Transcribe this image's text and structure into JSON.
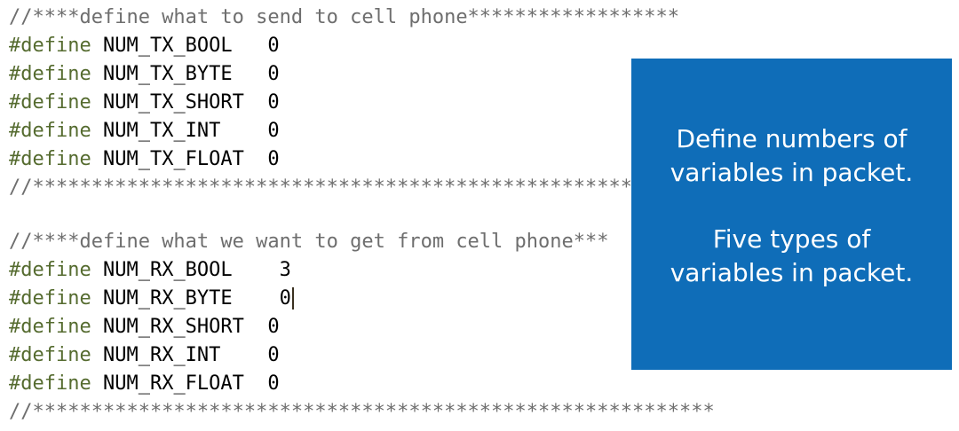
{
  "code": {
    "tx_header_comment": "//****define what to send to cell phone******************",
    "tx_lines": [
      {
        "keyword": "#define",
        "name": "NUM_TX_BOOL",
        "pad": "   ",
        "value": "0"
      },
      {
        "keyword": "#define",
        "name": "NUM_TX_BYTE",
        "pad": "   ",
        "value": "0"
      },
      {
        "keyword": "#define",
        "name": "NUM_TX_SHORT",
        "pad": "  ",
        "value": "0"
      },
      {
        "keyword": "#define",
        "name": "NUM_TX_INT",
        "pad": "    ",
        "value": "0"
      },
      {
        "keyword": "#define",
        "name": "NUM_TX_FLOAT",
        "pad": "  ",
        "value": "0"
      }
    ],
    "tx_footer_comment": "//******************************************************",
    "rx_header_comment": "//****define what we want to get from cell phone***",
    "rx_lines": [
      {
        "keyword": "#define",
        "name": "NUM_RX_BOOL",
        "pad": "    ",
        "value": "3"
      },
      {
        "keyword": "#define",
        "name": "NUM_RX_BYTE",
        "pad": "    ",
        "value": "0"
      },
      {
        "keyword": "#define",
        "name": "NUM_RX_SHORT",
        "pad": "  ",
        "value": "0"
      },
      {
        "keyword": "#define",
        "name": "NUM_RX_INT",
        "pad": "    ",
        "value": "0"
      },
      {
        "keyword": "#define",
        "name": "NUM_RX_FLOAT",
        "pad": "  ",
        "value": "0"
      }
    ],
    "rx_footer_comment": "//**********************************************************"
  },
  "callout": {
    "line1": "Define numbers of",
    "line2": "variables in packet.",
    "line3": "Five types of",
    "line4": "variables in packet."
  },
  "colors": {
    "callout_bg": "#0f6db8",
    "keyword": "#556b2f",
    "comment": "#6e6e6e"
  }
}
